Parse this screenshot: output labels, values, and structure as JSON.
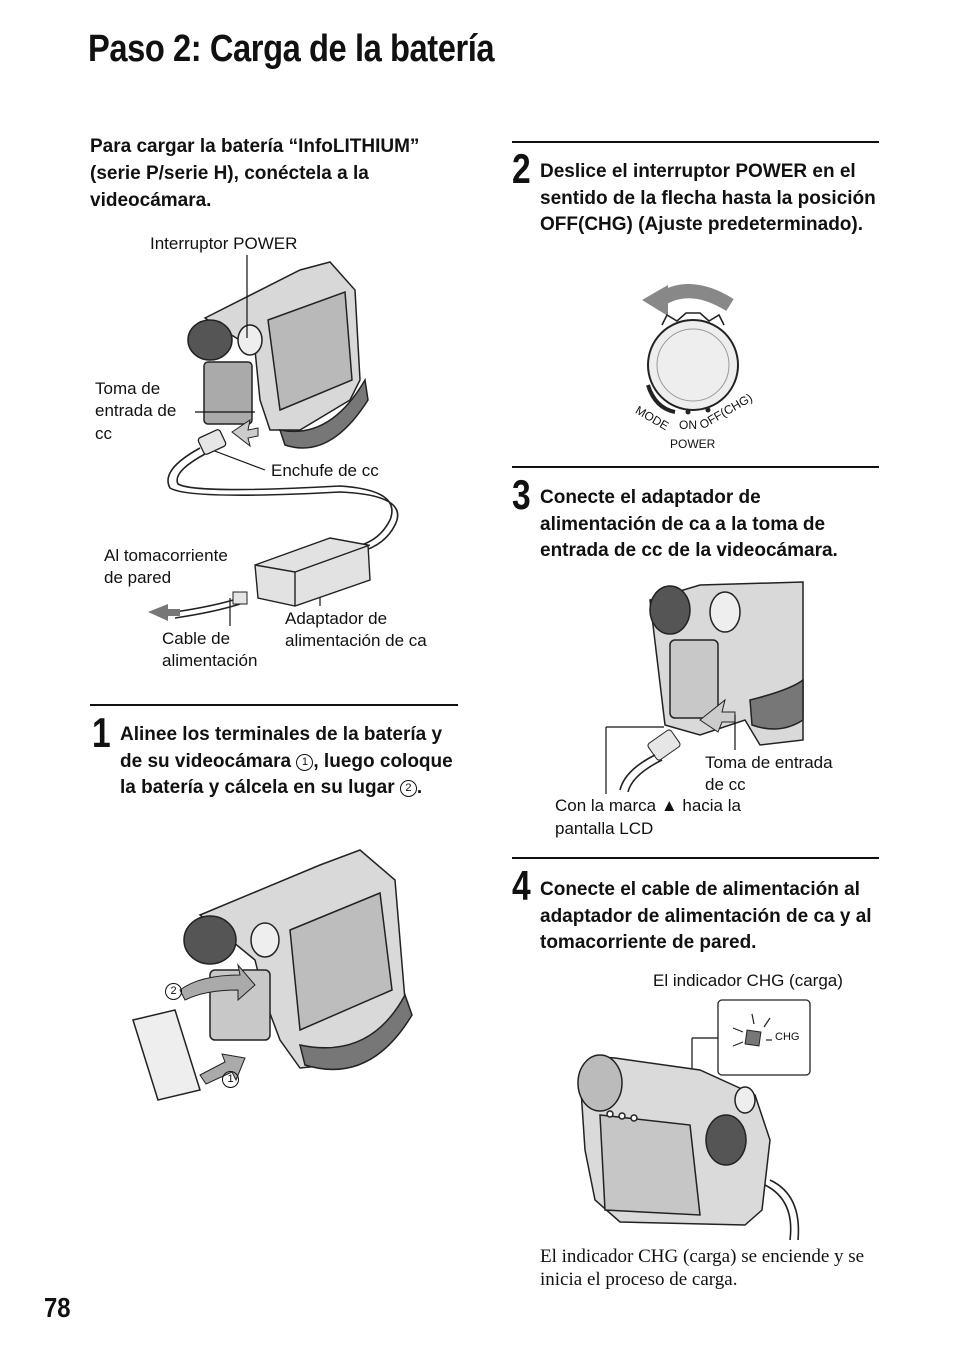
{
  "page": {
    "title": "Paso 2: Carga de la batería",
    "page_number": "78",
    "intro": "Para cargar la batería “InfoLITHIUM” (serie P/serie H), conéctela a la videocámara."
  },
  "fig_charging": {
    "power_switch": "Interruptor POWER",
    "dc_in_line1": "Toma de",
    "dc_in_line2": "entrada de",
    "dc_in_line3": "cc",
    "dc_plug": "Enchufe de cc",
    "wall_line1": "Al tomacorriente",
    "wall_line2": "de pared",
    "adapter_line1": "Adaptador de",
    "adapter_line2": "alimentación de ca",
    "cord_line1": "Cable de",
    "cord_line2": "alimentación"
  },
  "steps": [
    {
      "num": "1",
      "text_a": "Alinee los terminales de la batería y de su videocámara ",
      "marker_a": "1",
      "text_b": ", luego coloque la batería y cálcela en su lugar ",
      "marker_b": "2",
      "text_c": "."
    },
    {
      "num": "2",
      "text": "Deslice el interruptor POWER en el sentido de la flecha hasta la posición OFF(CHG) (Ajuste predeterminado)."
    },
    {
      "num": "3",
      "text": "Conecte el adaptador de alimentación de ca a la toma de entrada de cc de la videocámara."
    },
    {
      "num": "4",
      "text": "Conecte el cable de alimentación al adaptador de alimentación de ca y al tomacorriente de pared."
    }
  ],
  "fig_battery": {
    "marker_1": "1",
    "marker_2": "2"
  },
  "fig_switch": {
    "mode": "MODE",
    "on": "ON",
    "off": "OFF(CHG)",
    "power": "POWER"
  },
  "fig_dc": {
    "dc_in_line1": "Toma de entrada",
    "dc_in_line2": "de cc",
    "mark_line1": "Con la marca ▲ hacia la",
    "mark_line2": "pantalla LCD"
  },
  "fig_chg": {
    "indicator_label": "El indicador CHG (carga)",
    "chg": "CHG",
    "note": "El indicador CHG (carga) se enciende y se inicia el proceso de carga."
  }
}
